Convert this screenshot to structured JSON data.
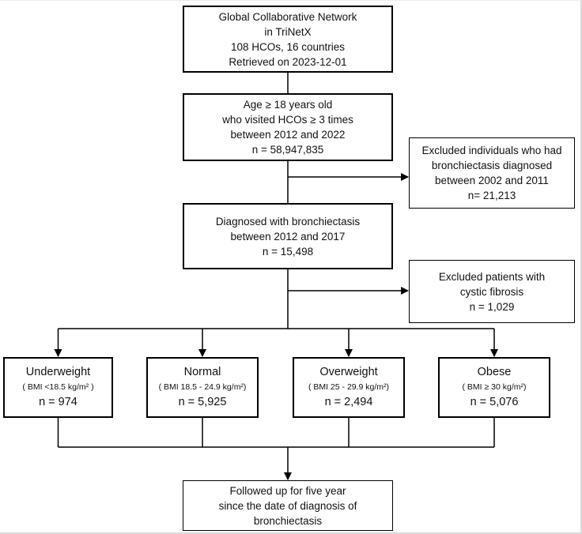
{
  "colors": {
    "line": "#000000",
    "text": "#111111",
    "background": "#ffffff",
    "frame_border": "#d9d9d9"
  },
  "flowchart": {
    "main": [
      {
        "name": "source",
        "lines": [
          "Global Collaborative Network",
          "in TriNetX",
          "108 HCOs, 16 countries",
          "Retrieved on 2023-12-01"
        ]
      },
      {
        "name": "eligible",
        "lines": [
          "Age ≥ 18 years old",
          "who visited HCOs ≥ 3 times",
          "between 2012 and 2022",
          "n = 58,947,835"
        ]
      },
      {
        "name": "diagnosed",
        "lines": [
          "Diagnosed with bronchiectasis",
          "between 2012 and 2017",
          "n = 15,498"
        ]
      },
      {
        "name": "followup",
        "lines": [
          "Followed up for five year",
          "since the date of diagnosis of",
          "bronchiectasis"
        ]
      }
    ],
    "excluded": [
      {
        "name": "excluded-prior-diagnosis",
        "lines": [
          "Excluded individuals who had",
          "bronchiectasis diagnosed",
          "between 2002 and 2011",
          "n= 21,213"
        ]
      },
      {
        "name": "excluded-cystic-fibrosis",
        "lines": [
          "Excluded patients with",
          "cystic fibrosis",
          "n = 1,029"
        ]
      }
    ],
    "bmi_groups": [
      {
        "label": "Underweight",
        "criteria": "( BMI <18.5 kg/m² )",
        "count": "n = 974"
      },
      {
        "label": "Normal",
        "criteria": "( BMI 18.5 - 24.9 kg/m²)",
        "count": "n = 5,925"
      },
      {
        "label": "Overweight",
        "criteria": "( BMI 25 - 29.9 kg/m²)",
        "count": "n = 2,494"
      },
      {
        "label": "Obese",
        "criteria": "( BMI ≥ 30 kg/m²)",
        "count": "n = 5,076"
      }
    ]
  }
}
